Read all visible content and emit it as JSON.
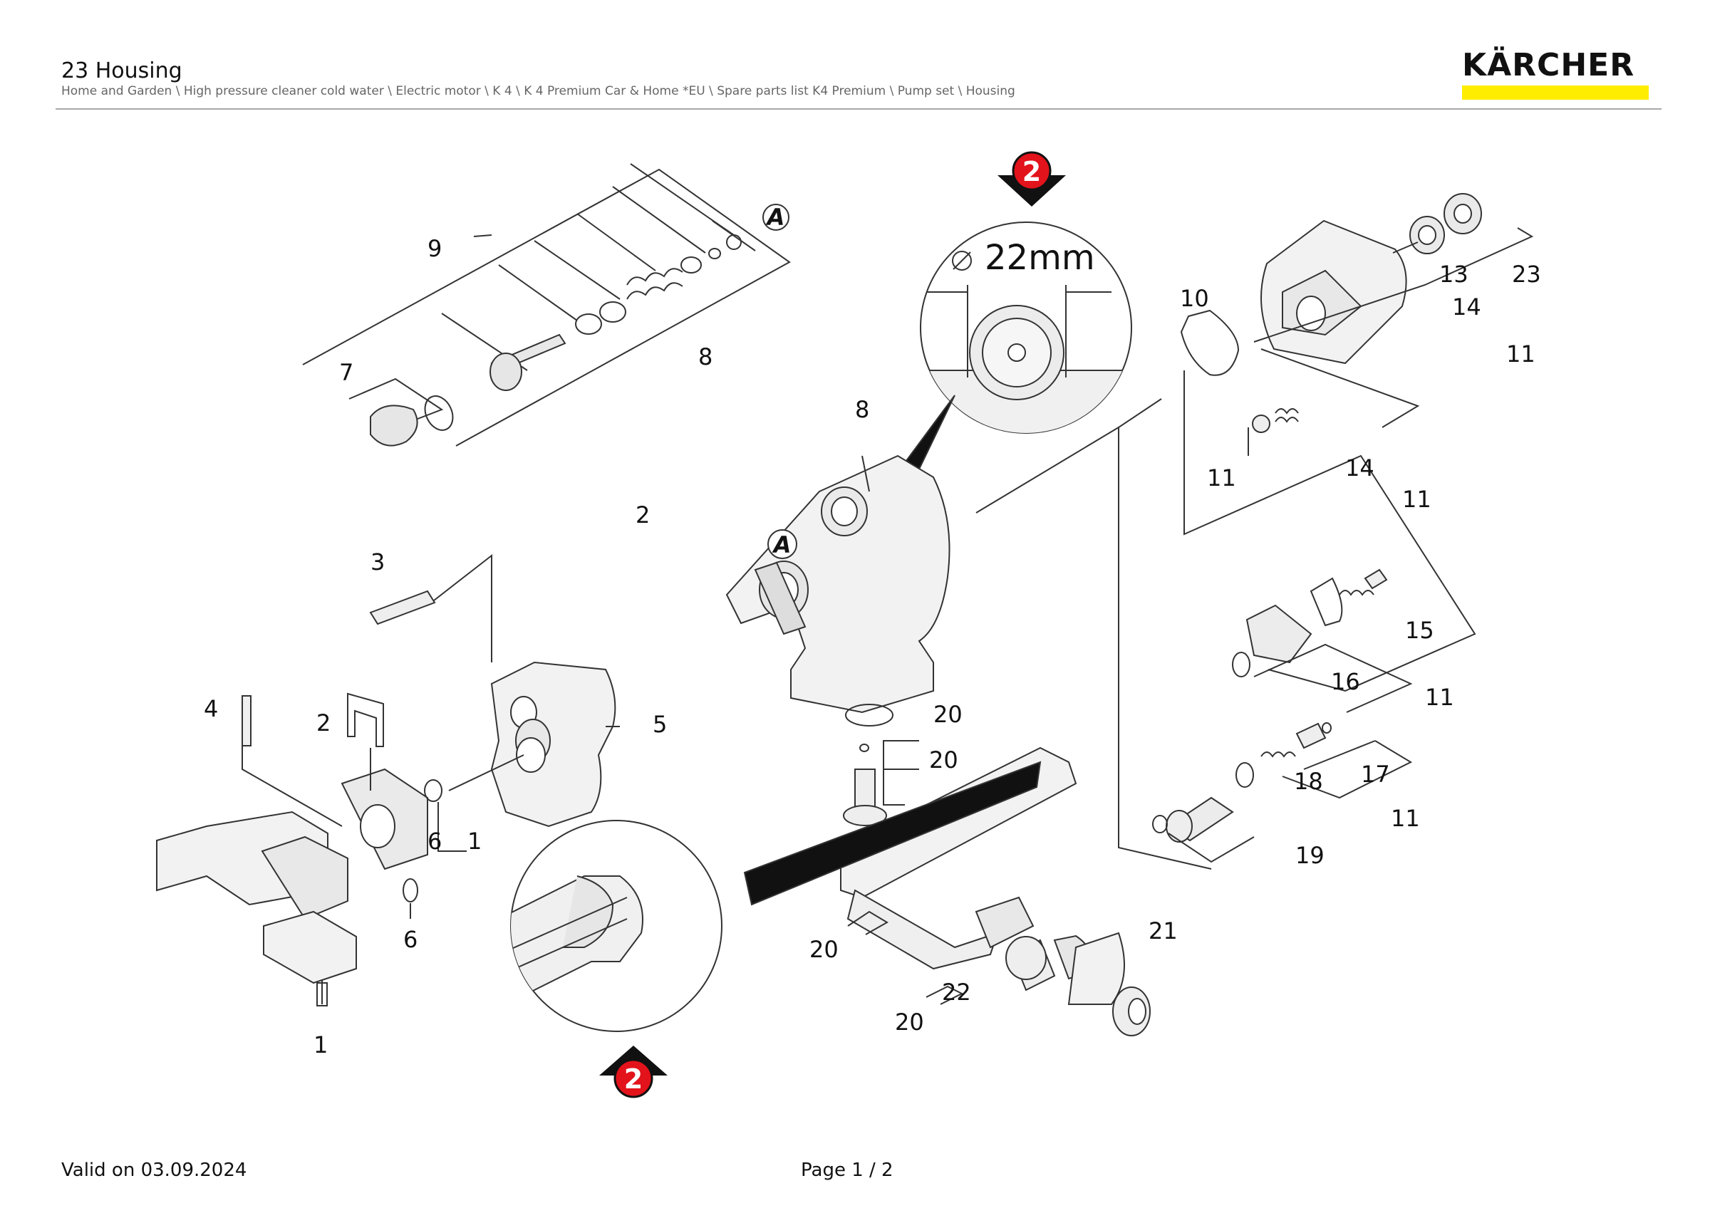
{
  "header": {
    "title": "23 Housing",
    "breadcrumb": "Home and Garden \\ High pressure cleaner cold water \\ Electric motor \\ K 4 \\ K 4 Premium Car & Home *EU \\ Spare parts list K4 Premium \\ Pump set \\ Housing"
  },
  "brand": {
    "name": "KÄRCHER",
    "bar_color": "#ffed00"
  },
  "diagram": {
    "detail_label": "22mm",
    "detail_marker": "2",
    "marker_color": "#e2131b",
    "detail_letter": "A",
    "labels": [
      "9",
      "7",
      "8",
      "A",
      "2",
      "22mm",
      "10",
      "11",
      "13",
      "23",
      "14",
      "11",
      "14",
      "11",
      "8",
      "2",
      "A",
      "3",
      "5",
      "4",
      "2",
      "20",
      "20",
      "6",
      "1",
      "6",
      "1",
      "15",
      "16",
      "11",
      "17",
      "18",
      "11",
      "19",
      "20",
      "21",
      "22",
      "20",
      "2"
    ]
  },
  "footer": {
    "valid": "Valid on 03.09.2024",
    "page": "Page 1 / 2"
  }
}
